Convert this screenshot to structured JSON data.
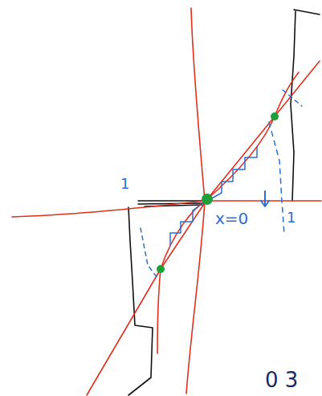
{
  "diagram": {
    "labels": [
      "1",
      "x=0",
      "1",
      "0 3"
    ]
  }
}
